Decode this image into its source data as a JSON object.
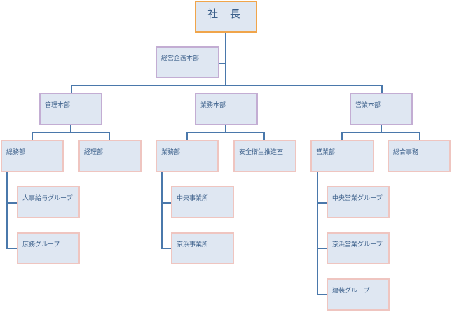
{
  "title": "組織図",
  "colors": {
    "connector": "#4a78ab",
    "fill": "#dfe7f2",
    "top_border": "#f0a54b",
    "division_border": "#c3add3",
    "department_border": "#efc5c0",
    "text": "#3b5f8a"
  },
  "org": {
    "president": "社 長",
    "staff": "経営企画本部",
    "divisions": [
      {
        "name": "管理本部",
        "departments": [
          {
            "name": "総務部",
            "groups": [
              "人事給与グループ",
              "庶務グループ"
            ]
          },
          {
            "name": "経理部",
            "groups": []
          }
        ]
      },
      {
        "name": "業務本部",
        "departments": [
          {
            "name": "業務部",
            "groups": [
              "中央事業所",
              "京浜事業所"
            ]
          },
          {
            "name": "安全衛生推進室",
            "groups": []
          }
        ]
      },
      {
        "name": "営業本部",
        "departments": [
          {
            "name": "営業部",
            "groups": [
              "中央営業グループ",
              "京浜営業グループ",
              "建装グループ"
            ]
          },
          {
            "name": "総合事務",
            "groups": []
          }
        ]
      }
    ]
  }
}
